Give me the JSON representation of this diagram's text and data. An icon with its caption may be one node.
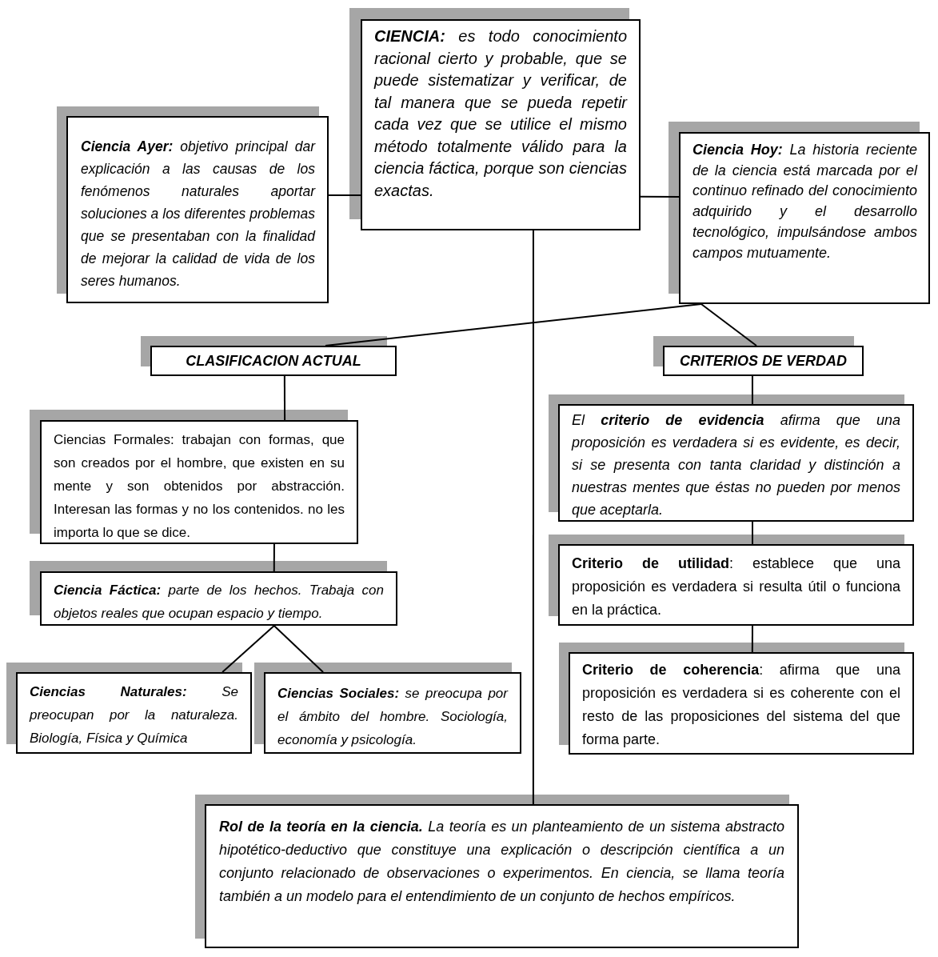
{
  "diagram": {
    "nodes": [
      {
        "text": [
          "**CIENCIA:** es todo conocimiento racional cierto y probable, que se puede sistematizar y verificar, de tal manera que se pueda repetir cada vez que se utilice el mismo método totalmente válido para la ciencia fáctica, porque son ciencias exactas."
        ]
      },
      {
        "text": [
          "**Ciencia Ayer:** objetivo principal dar explicación a las causas de los fenómenos naturales aportar soluciones a los diferentes problemas que se presentaban con la finalidad de mejorar la calidad de vida de los seres humanos."
        ]
      },
      {
        "text": [
          "**Ciencia Hoy:** La historia reciente de la ciencia está marcada por el continuo refinado del conocimiento adquirido y el desarrollo tecnológico, impulsándose ambos campos mutuamente."
        ]
      },
      {
        "text": [
          "CLASIFICACION ACTUAL"
        ]
      },
      {
        "text": [
          "CRITERIOS DE VERDAD"
        ]
      },
      {
        "text": [
          "Ciencias Formales: trabajan con formas, que son creados por el hombre, que existen en su mente y son obtenidos por abstracción. Interesan las formas y no los contenidos. no les importa lo que se dice."
        ]
      },
      {
        "text": [
          "**Ciencia Fáctica:** parte de los hechos. Trabaja con objetos reales que ocupan espacio y tiempo."
        ]
      },
      {
        "text": [
          "**Ciencias Naturales:** Se preocupan por la naturaleza. Biología, Física y Química"
        ]
      },
      {
        "text": [
          "**Ciencias Sociales:** se preocupa por el ámbito del hombre. Sociología, economía y psicología."
        ]
      },
      {
        "text": [
          "El **criterio de evidencia** afirma que una proposición es verdadera si es evidente, es decir, si se presenta con tanta claridad y distinción a nuestras mentes que éstas no pueden por menos que aceptarla."
        ]
      },
      {
        "text": [
          "**Criterio de utilidad**: establece que una proposición es verdadera si resulta útil o funciona en la práctica."
        ]
      },
      {
        "text": [
          "**Criterio de coherencia**: afirma que una proposición es verdadera si es coherente con el resto de las proposiciones del sistema del que forma parte."
        ]
      },
      {
        "text": [
          "**Rol de la teoría en la ciencia.** La teoría es un planteamiento de un sistema abstracto hipotético-deductivo que constituye una explicación o descripción científica a un conjunto relacionado de observaciones o experimentos. En ciencia, se llama teoría también a un modelo para el entendimiento de un conjunto de hechos empíricos."
        ]
      }
    ],
    "edges": [
      {
        "from": 0,
        "to": 1,
        "arrow": "none"
      },
      {
        "from": 0,
        "to": 2,
        "arrow": "none"
      },
      {
        "from": 0,
        "to": 12,
        "arrow": "none"
      },
      {
        "from": 2,
        "to": 3,
        "arrow": "none"
      },
      {
        "from": 2,
        "to": 4,
        "arrow": "none"
      },
      {
        "from": 3,
        "to": 5,
        "arrow": "none"
      },
      {
        "from": 5,
        "to": 6,
        "arrow": "none"
      },
      {
        "from": 6,
        "to": 7,
        "arrow": "none"
      },
      {
        "from": 6,
        "to": 8,
        "arrow": "none"
      },
      {
        "from": 4,
        "to": 9,
        "arrow": "none"
      },
      {
        "from": 9,
        "to": 10,
        "arrow": "none"
      },
      {
        "from": 10,
        "to": 11,
        "arrow": "none"
      }
    ]
  }
}
